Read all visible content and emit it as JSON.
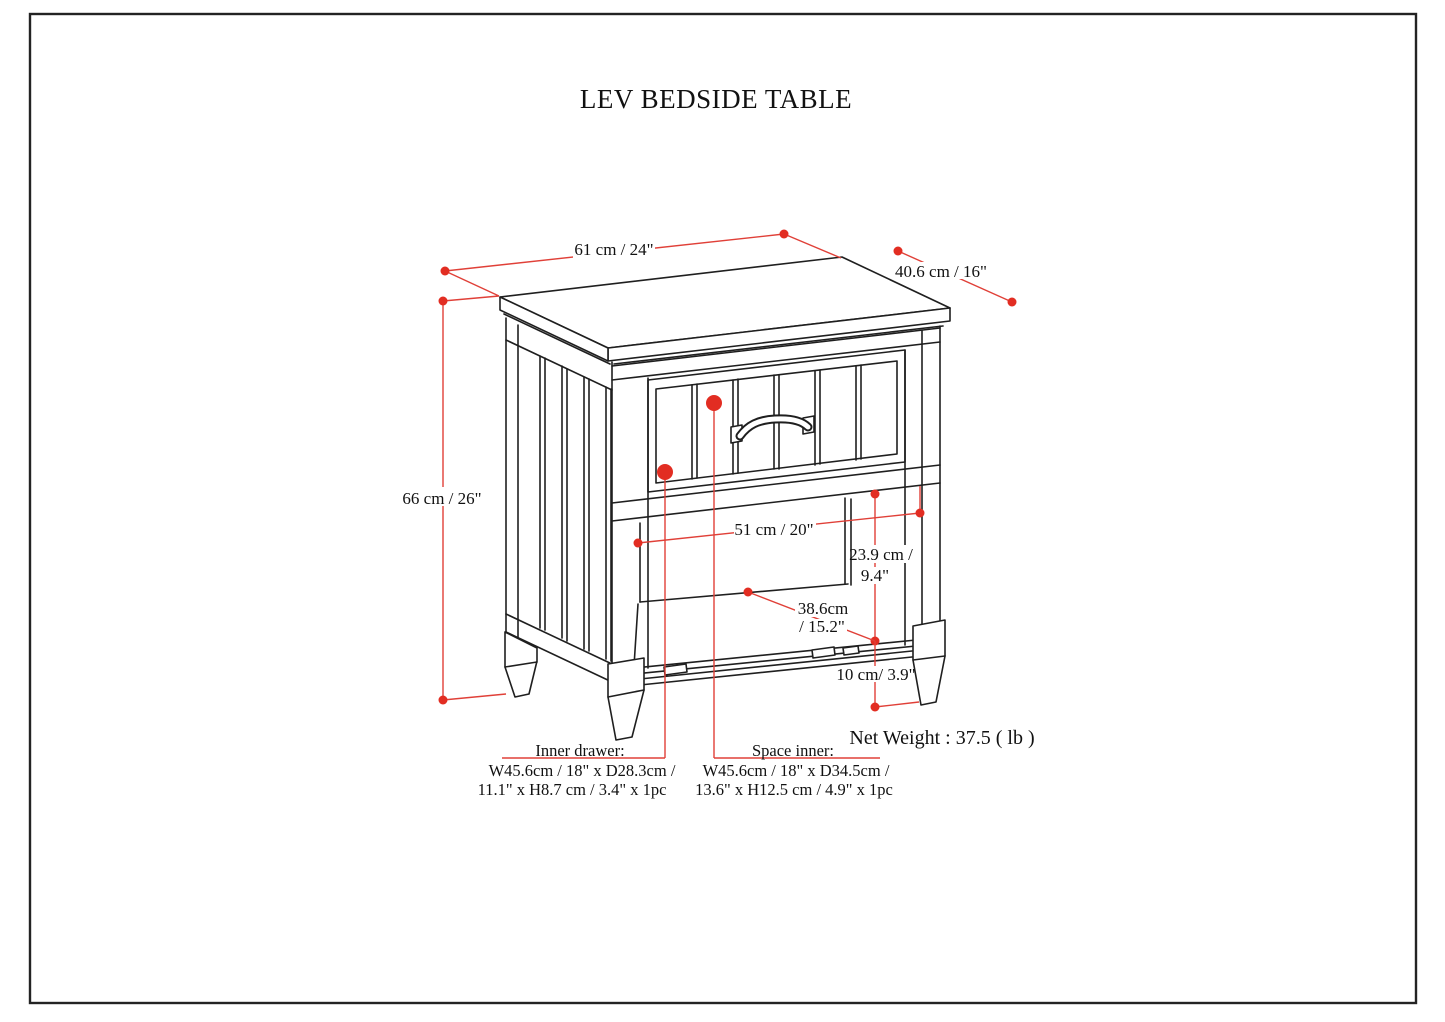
{
  "page": {
    "title": "LEV BEDSIDE TABLE"
  },
  "diagram": {
    "subject": "bedside table technical line drawing with dimensions",
    "accent_color": "#e04038",
    "line_color": "#1f1f1f",
    "dimensions": {
      "top_width": "61 cm / 24\"",
      "top_depth": "40.6 cm / 16\"",
      "overall_height": "66 cm / 26\"",
      "opening_width": "51 cm / 20\"",
      "opening_height_line1": "23.9 cm /",
      "opening_height_line2": "9.4\"",
      "shelf_depth_line1": "38.6cm",
      "shelf_depth_line2": "/ 15.2\"",
      "leg_height": "10 cm/ 3.9\""
    },
    "net_weight": "Net Weight : 37.5 ( lb )",
    "inner_drawer": {
      "label": "Inner drawer:",
      "line1": "W45.6cm / 18\" x D28.3cm /",
      "line2": "11.1\" x H8.7 cm / 3.4\" x 1pc"
    },
    "space_inner": {
      "label": "Space inner:",
      "line1": "W45.6cm / 18\" x D34.5cm /",
      "line2": "13.6\" x H12.5 cm / 4.9\" x 1pc"
    }
  }
}
